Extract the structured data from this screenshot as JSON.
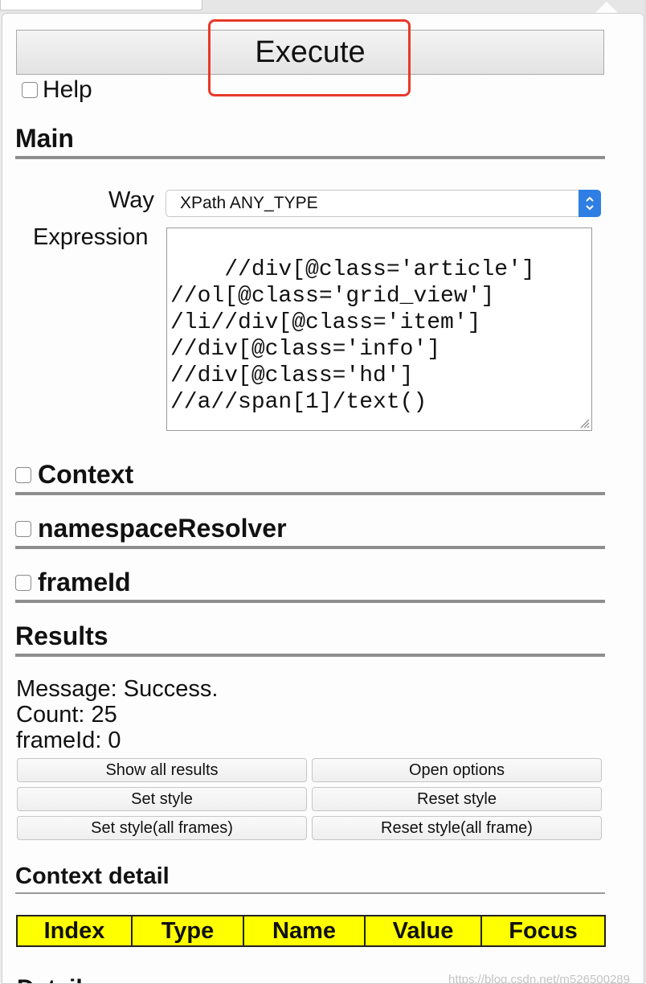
{
  "execute_label": "Execute",
  "help_label": "Help",
  "main": {
    "title": "Main",
    "way_label": "Way",
    "way_value": "XPath ANY_TYPE",
    "expression_label": "Expression",
    "expression_value": "//div[@class='article']\n//ol[@class='grid_view']\n/li//div[@class='item']\n//div[@class='info']\n//div[@class='hd']\n//a//span[1]/text()"
  },
  "sections": {
    "context": "Context",
    "namespace_resolver": "namespaceResolver",
    "frame_id": "frameId",
    "results": "Results",
    "context_detail": "Context detail",
    "details": "Details"
  },
  "results": {
    "message": "Message: Success.",
    "count": "Count: 25",
    "frame_id": "frameId: 0"
  },
  "buttons": {
    "show_all": "Show all results",
    "open_options": "Open options",
    "set_style": "Set style",
    "reset_style": "Reset style",
    "set_style_all": "Set style(all frames)",
    "reset_style_all": "Reset style(all frame)"
  },
  "context_table": {
    "headers": [
      "Index",
      "Type",
      "Name",
      "Value",
      "Focus"
    ]
  },
  "watermark": "https://blog.csdn.net/m526500289",
  "colors": {
    "highlight": "#e8392a",
    "table_bg": "#ffff00",
    "select_accent": "#2f7ee3"
  }
}
